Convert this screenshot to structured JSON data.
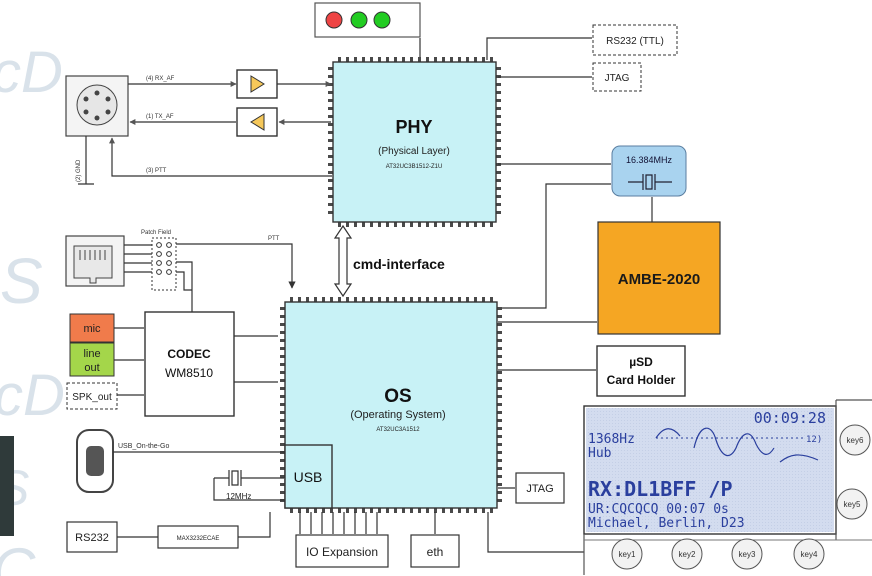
{
  "colors": {
    "chip_fill": "#c8f2f6",
    "chip_pin": "#4a4a4a",
    "ambe_fill": "#f5a623",
    "xtal_fill": "#a9d3ef",
    "mic_fill": "#f07b4b",
    "line_fill": "#a4d64a",
    "lcd_fill": "#d3dcef",
    "lcd_text": "#2a3f9e",
    "led_red": "#ee4444",
    "led_green": "#22cc22",
    "watermark": "#d9e2ea",
    "amp_fill": "#f6c85a"
  },
  "watermark_letters": [
    "cD",
    "S",
    "cD",
    "S",
    "C"
  ],
  "phy": {
    "title": "PHY",
    "subtitle": "(Physical Layer)",
    "part": "AT32UC3B1512-Z1U"
  },
  "os": {
    "title": "OS",
    "subtitle": "(Operating System)",
    "part": "AT32UC3A1512"
  },
  "cmd_interface": "cmd-interface",
  "ambe": "AMBE-2020",
  "xtal": {
    "label": "16.384MHz"
  },
  "xtal12": {
    "label": "12MHz"
  },
  "rs232_ttl": "RS232 (TTL)",
  "jtag_top": "JTAG",
  "jtag_bottom": "JTAG",
  "sd": {
    "line1": "µSD",
    "line2": "Card Holder"
  },
  "codec": {
    "line1": "CODEC",
    "line2": "WM8510"
  },
  "mic": "mic",
  "line_out": {
    "line1": "line",
    "line2": "out"
  },
  "spk_out": "SPK_out",
  "patch_field": "Patch Field",
  "ptt_label": "PTT",
  "usb_label": "USB_On-the-Go",
  "usb_block": "USB",
  "rs232": "RS232",
  "max3232": "MAX3232ECAE",
  "io_expansion": "IO Expansion",
  "eth": "eth",
  "din": {
    "rx_af": "(4) RX_AF",
    "tx_af": "(1) TX_AF",
    "ptt": "(3) PTT",
    "gnd": "(2) GND"
  },
  "lcd": {
    "time": "00:09:28",
    "freq": "1368Hz",
    "hub": "Hub",
    "level": "12)",
    "rx": "RX:DL1BFF  /P",
    "ur": "UR:CQCQCQ   00:07   0s",
    "name": "Michael, Berlin, D23"
  },
  "keys": [
    "key1",
    "key2",
    "key3",
    "key4",
    "key5",
    "key6"
  ]
}
